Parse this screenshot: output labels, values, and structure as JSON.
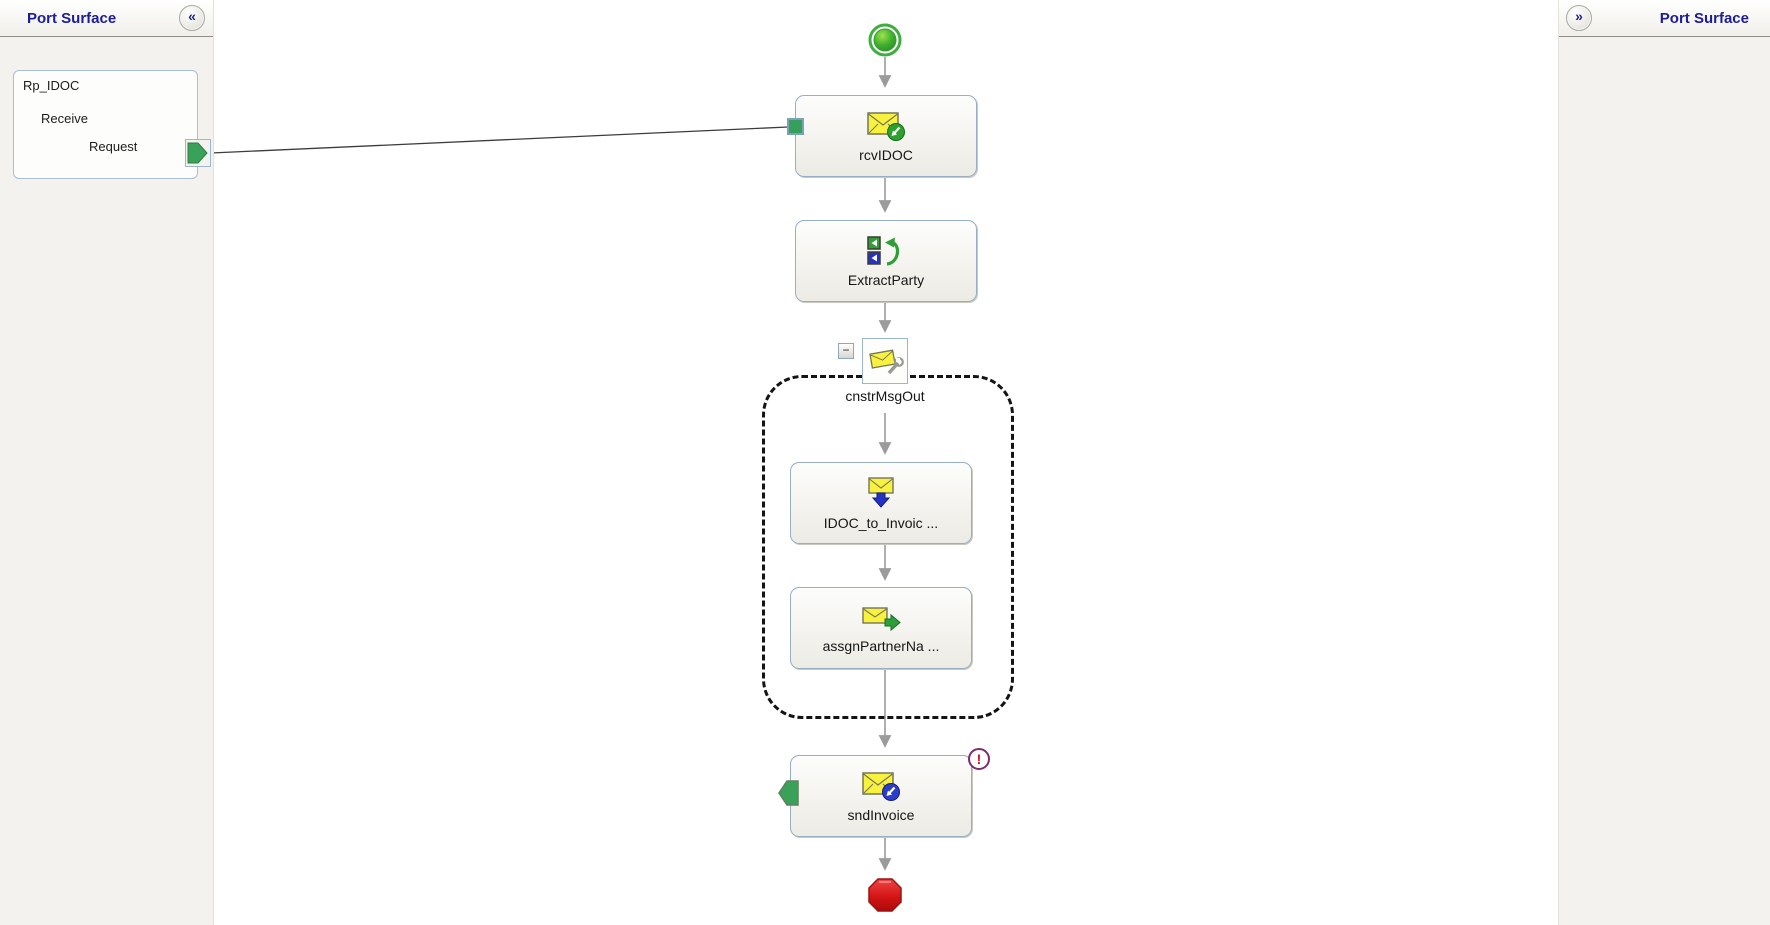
{
  "left_panel": {
    "title": "Port Surface",
    "collapse_glyph": "«",
    "port": {
      "name": "Rp_IDOC",
      "operation": "Receive",
      "message": "Request"
    }
  },
  "right_panel": {
    "title": "Port Surface",
    "expand_glyph": "»"
  },
  "flow": {
    "shapes": {
      "receive": {
        "label": "rcvIDOC",
        "icon": "receive-envelope-icon"
      },
      "expression": {
        "label": "ExtractParty",
        "icon": "expression-icon"
      },
      "construct": {
        "label": "cnstrMsgOut",
        "icon": "construct-message-icon",
        "collapse_glyph": "−"
      },
      "transform": {
        "label": "IDOC_to_Invoic ...",
        "icon": "transform-icon"
      },
      "assignment": {
        "label": "assgnPartnerNa ...",
        "icon": "message-assignment-icon"
      },
      "send": {
        "label": "sndInvoice",
        "icon": "send-envelope-icon",
        "error_glyph": "!"
      }
    },
    "terminals": {
      "start": "start",
      "stop": "stop"
    }
  },
  "colors": {
    "panel_bg": "#f3f2ee",
    "title_text": "#1c1c9c",
    "start_green": "#33a433",
    "stop_red": "#c41212",
    "envelope_yellow": "#f8f23f",
    "connector_green": "#3aa159",
    "shape_border": "#97aec6",
    "arrow_gray": "#9b9b9b",
    "error_badge_ring": "#7c2d6d"
  }
}
